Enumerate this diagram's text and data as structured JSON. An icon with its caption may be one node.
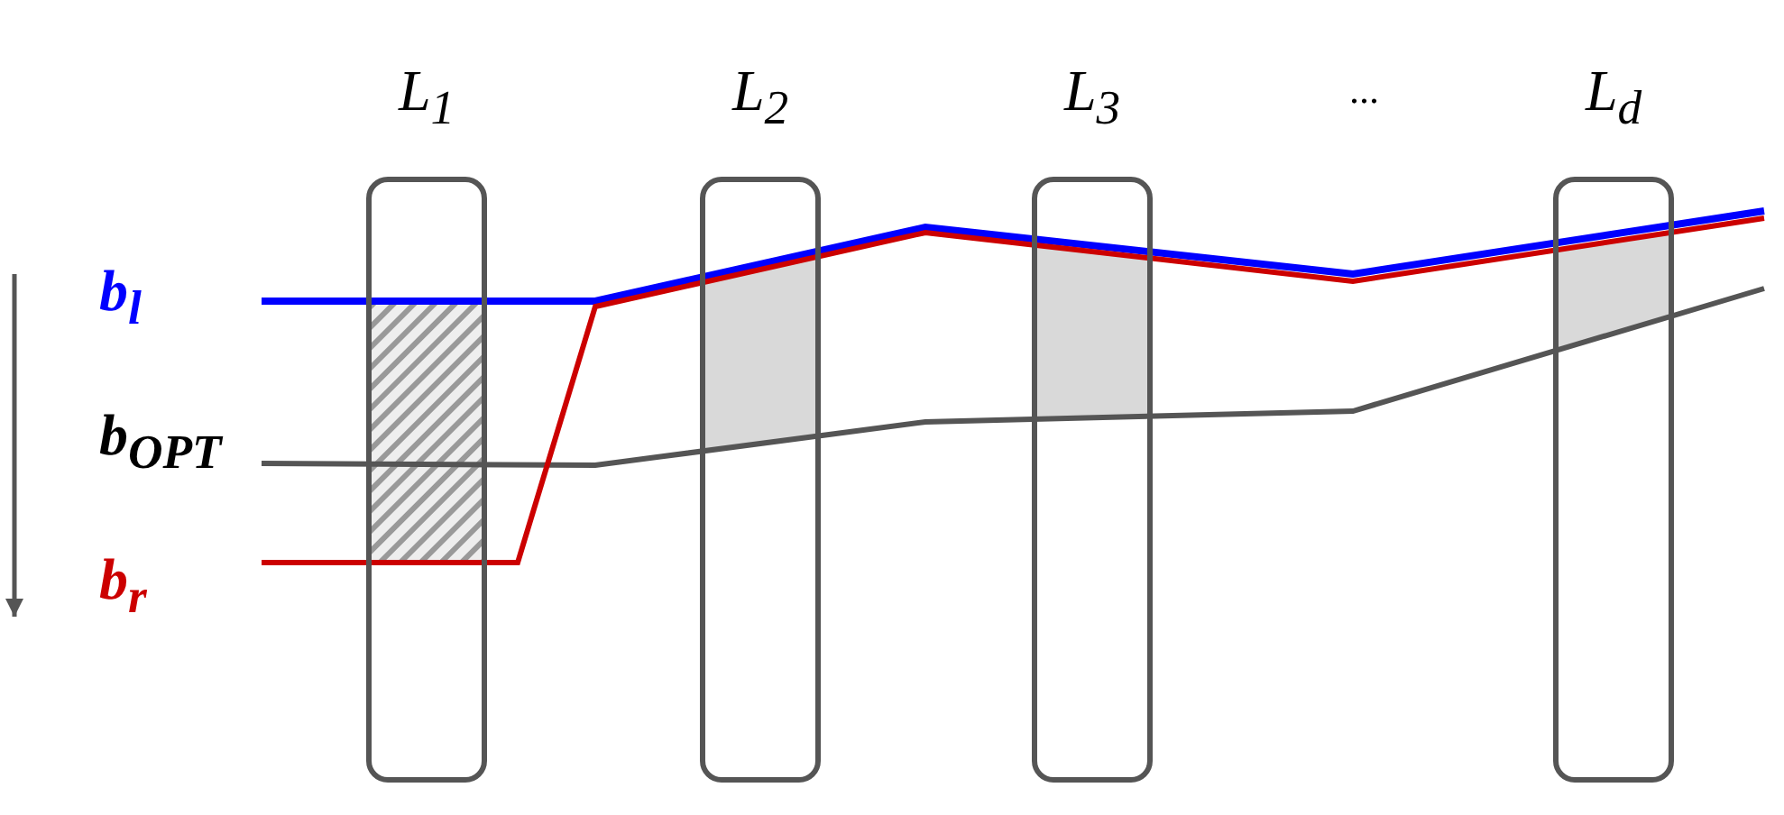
{
  "diagram": {
    "nodes": [
      {
        "text": [
          "L$_{1}$"
        ]
      },
      {
        "text": [
          "L$_{2}$"
        ]
      },
      {
        "text": [
          "L$_{3}$"
        ]
      },
      {
        "text": [
          "L$_{d}$"
        ]
      }
    ],
    "labels": [
      "...",
      "b$_{l}$",
      "b$_{OPT}$",
      "b$_{r}$"
    ]
  }
}
